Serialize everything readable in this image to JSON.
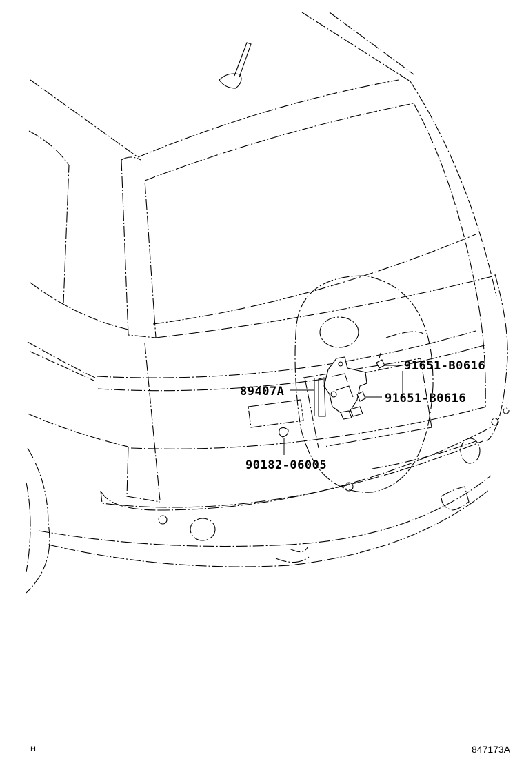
{
  "diagram": {
    "parts": [
      {
        "id": "part-91651-upper",
        "label": "91651-B0616"
      },
      {
        "id": "part-91651-lower",
        "label": "91651-B0616"
      },
      {
        "id": "part-89407A",
        "label": "89407A"
      },
      {
        "id": "part-90182",
        "label": "90182-06005"
      }
    ],
    "footer": {
      "left_mark": "H",
      "figure_code": "847173A"
    }
  }
}
